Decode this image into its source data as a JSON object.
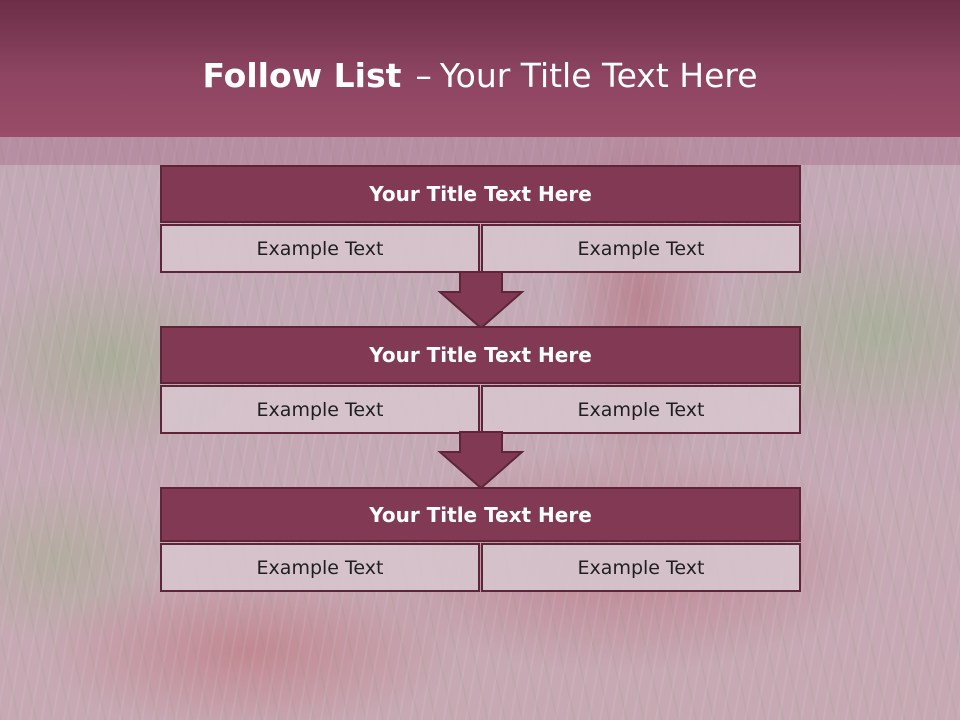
{
  "header": {
    "title_bold": "Follow List",
    "title_sep": "–",
    "title_rest": "Your Title Text Here"
  },
  "blocks": [
    {
      "title": "Your Title Text Here",
      "cells": [
        "Example Text",
        "Example Text"
      ]
    },
    {
      "title": "Your Title Text Here",
      "cells": [
        "Example Text",
        "Example Text"
      ]
    },
    {
      "title": "Your Title Text Here",
      "cells": [
        "Example Text",
        "Example Text"
      ]
    }
  ],
  "colors": {
    "header": "#8d4561",
    "block_title": "#823a54",
    "border": "#5e2437",
    "cell": "#d6c4cc"
  }
}
